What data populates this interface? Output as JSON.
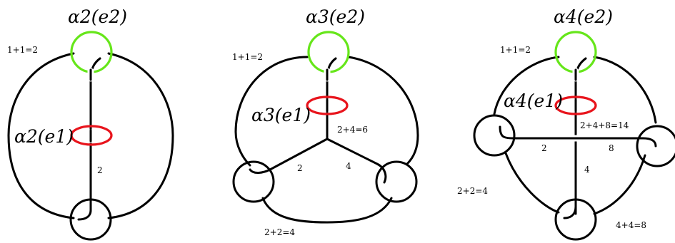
{
  "panels": [
    {
      "title": "α2(e2)",
      "inner_label": "α2(e1)",
      "labels": {
        "top": "1+1=2",
        "edge": "2"
      }
    },
    {
      "title": "α3(e2)",
      "inner_label": "α3(e1)",
      "labels": {
        "top": "1+1=2",
        "center": "2+4=6",
        "left_edge": "2",
        "right_edge": "4",
        "bottom": "2+2=4"
      }
    },
    {
      "title": "α4(e2)",
      "inner_label": "α4(e1)",
      "labels": {
        "top": "1+1=2",
        "center": "2+4+8=14",
        "left_edge": "2",
        "right_edge": "8",
        "down_edge": "4",
        "left_bottom": "2+2=4",
        "right_bottom": "4+4=8"
      }
    }
  ],
  "colors": {
    "outer_circle": "#66e61a",
    "inner_circle": "#e8141c",
    "curve": "#000000"
  }
}
